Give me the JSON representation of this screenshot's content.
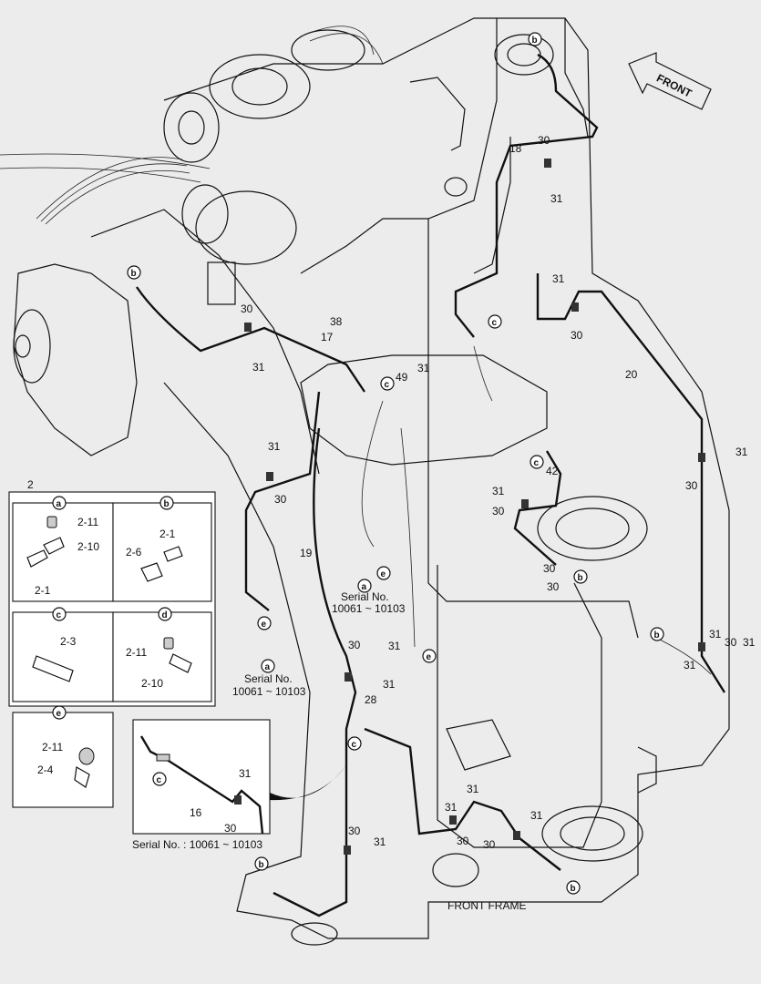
{
  "direction": "FRONT",
  "footer_label": "FRONT FRAME",
  "callouts": {
    "c1": "30",
    "c2": "31",
    "c3": "18",
    "c4": "31",
    "c5": "30",
    "c6": "20",
    "c7": "38",
    "c8": "30",
    "c9": "31",
    "c10": "17",
    "c11": "49",
    "c12": "31",
    "c13": "42",
    "c14": "31",
    "c15": "30",
    "c16": "31",
    "c17": "30",
    "c18": "31",
    "c19": "30",
    "c20": "19",
    "c21": "30",
    "c22": "31",
    "c23": "31",
    "c24": "28",
    "c25": "30",
    "c26": "31",
    "c27": "31",
    "c28": "31",
    "c29": "30",
    "c30": "31",
    "c31": "30",
    "c32": "30",
    "c33": "31",
    "c34": "30",
    "c35": "31",
    "c36": "30",
    "c37": "31"
  },
  "serials": {
    "s1_line1": "Serial No.",
    "s1_line2": "10061 ~ 10103",
    "s2_line1": "Serial No.",
    "s2_line2": "10061 ~ 10103",
    "inset": "Serial No. : 10061 ~ 10103"
  },
  "inset_callouts": {
    "i1": "31",
    "i2": "16",
    "i3": "30"
  },
  "detail": {
    "group_label": "2",
    "a": {
      "tag": "a",
      "parts": [
        "2-11",
        "2-10",
        "2-1"
      ]
    },
    "b": {
      "tag": "b",
      "parts": [
        "2-1",
        "2-6"
      ]
    },
    "c": {
      "tag": "c",
      "parts": [
        "2-3"
      ]
    },
    "d": {
      "tag": "d",
      "parts": [
        "2-11",
        "2-10"
      ]
    },
    "e": {
      "tag": "e",
      "parts": [
        "2-11",
        "2-4"
      ]
    }
  },
  "letters": {
    "l1": "b",
    "l2": "b",
    "l3": "c",
    "l4": "c",
    "l5": "c",
    "l6": "b",
    "l7": "a",
    "l8": "e",
    "l9": "e",
    "l10": "e",
    "l11": "a",
    "l12": "b",
    "l13": "c",
    "l14": "b",
    "l15": "b",
    "l16": "c"
  }
}
